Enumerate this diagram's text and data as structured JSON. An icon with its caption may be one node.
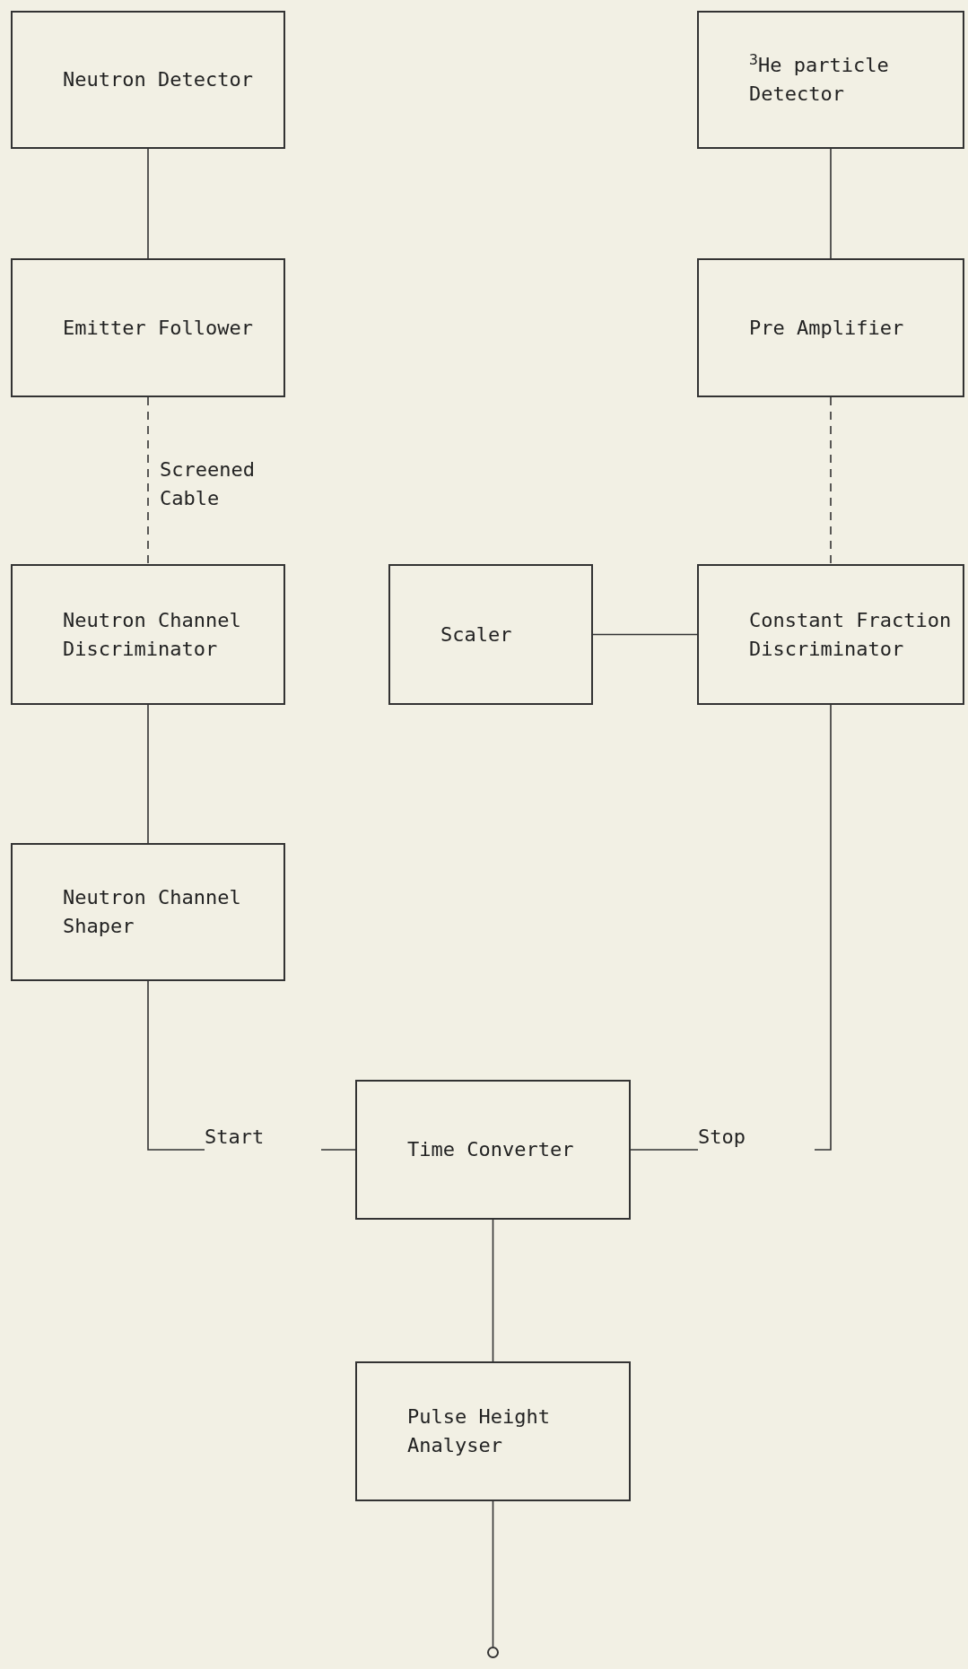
{
  "diagram": {
    "nodes": [
      {
        "text": [
          "Neutron Detector"
        ]
      },
      {
        "text": [
          "$^{3}$He particle Detector"
        ]
      },
      {
        "text": [
          "Emitter Follower"
        ]
      },
      {
        "text": [
          "Pre Amplifier"
        ]
      },
      {
        "text": [
          "Neutron Channel Discriminator"
        ]
      },
      {
        "text": [
          "Scaler"
        ]
      },
      {
        "text": [
          "Constant Fraction Discriminator"
        ]
      },
      {
        "text": [
          "Neutron Channel Shaper"
        ]
      },
      {
        "text": [
          "Time Converter"
        ]
      },
      {
        "text": [
          "Pulse Height Analyser"
        ]
      },
      {
        "text": [],
        "shape": "circle"
      }
    ],
    "edges": [
      {
        "from": 0,
        "to": 2,
        "arrow": "none"
      },
      {
        "from": 1,
        "to": 3,
        "arrow": "none"
      },
      {
        "from": 2,
        "to": 4,
        "arrow": "none",
        "style": "dashed",
        "label": "Screened Cable"
      },
      {
        "from": 3,
        "to": 6,
        "arrow": "none",
        "style": "dashed"
      },
      {
        "from": 5,
        "to": 6,
        "arrow": "none"
      },
      {
        "from": 4,
        "to": 7,
        "arrow": "none"
      },
      {
        "from": 7,
        "to": 8,
        "arrow": "none",
        "label": "Start"
      },
      {
        "from": 6,
        "to": 8,
        "arrow": "none",
        "label": "Stop"
      },
      {
        "from": 8,
        "to": 9,
        "arrow": "none"
      },
      {
        "from": 9,
        "to": 10,
        "arrow": "none"
      }
    ]
  }
}
